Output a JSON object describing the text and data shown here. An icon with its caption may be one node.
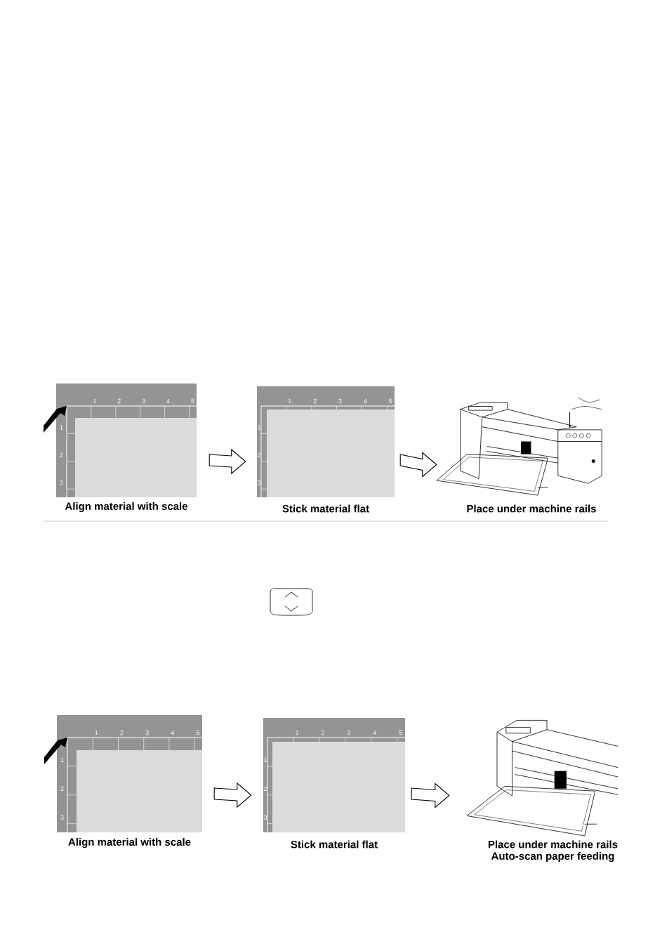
{
  "diagram": {
    "nodes": [
      {
        "text": [],
        "shape": "picture",
        "beside": [
          "Align material with scale"
        ]
      },
      {
        "text": [],
        "shape": "picture",
        "beside": [
          "Stick material flat"
        ]
      },
      {
        "text": [],
        "shape": "picture",
        "beside": [
          "Place under machine rails"
        ]
      },
      {
        "text": [],
        "shape": "picture",
        "beside": [
          "Align material with scale"
        ]
      },
      {
        "text": [],
        "shape": "picture",
        "beside": [
          "Stick material flat"
        ]
      },
      {
        "text": [],
        "shape": "picture",
        "beside": [
          "Place under machine rails",
          "Auto-scan paper feeding"
        ]
      }
    ],
    "edges": [
      {
        "from": 0,
        "to": 1,
        "arrow": "to"
      },
      {
        "from": 1,
        "to": 2,
        "arrow": "to"
      },
      {
        "from": 3,
        "to": 4,
        "arrow": "to"
      },
      {
        "from": 4,
        "to": 5,
        "arrow": "to"
      }
    ],
    "labels": [
      "1",
      "2",
      "3",
      "4",
      "5",
      "1",
      "2",
      "3",
      "1",
      "2",
      "3",
      "4",
      "5",
      "1",
      "2",
      "3",
      "1",
      "2",
      "3",
      "4",
      "5",
      "1",
      "2",
      "3",
      "1",
      "2",
      "3",
      "4",
      "5",
      "1",
      "2",
      "3"
    ]
  }
}
